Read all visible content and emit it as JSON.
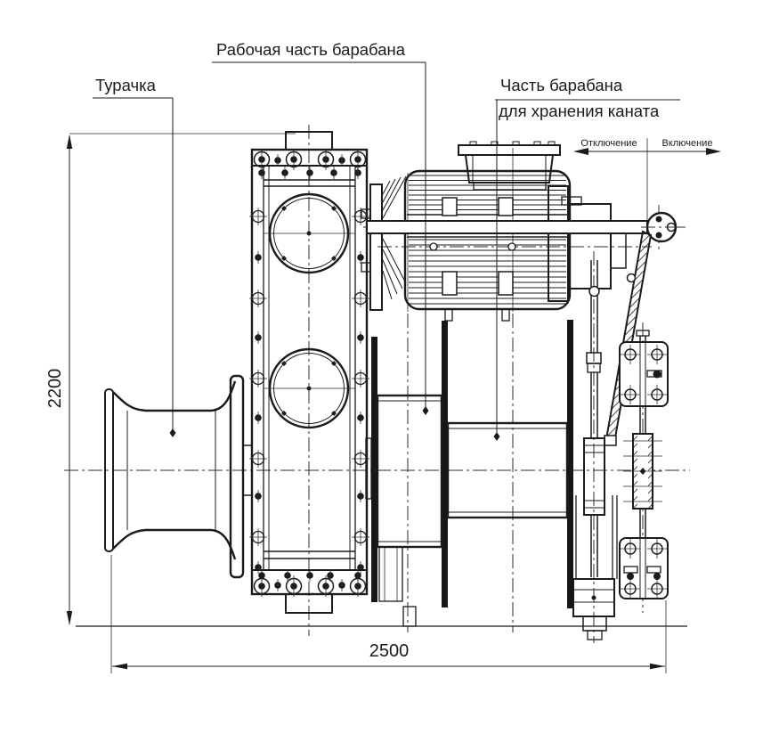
{
  "page": {
    "background": "#ffffff",
    "line_color": "#1b1b1b"
  },
  "callouts": {
    "turachka": "Турачка",
    "working_drum": "Рабочая часть барабана",
    "storage_drum_line1": "Часть барабана",
    "storage_drum_line2": "для хранения каната"
  },
  "clutch_directions": {
    "disengage": "Отключение",
    "engage": "Включение"
  },
  "dimensions": {
    "overall_height": "2200",
    "overall_length": "2500"
  }
}
